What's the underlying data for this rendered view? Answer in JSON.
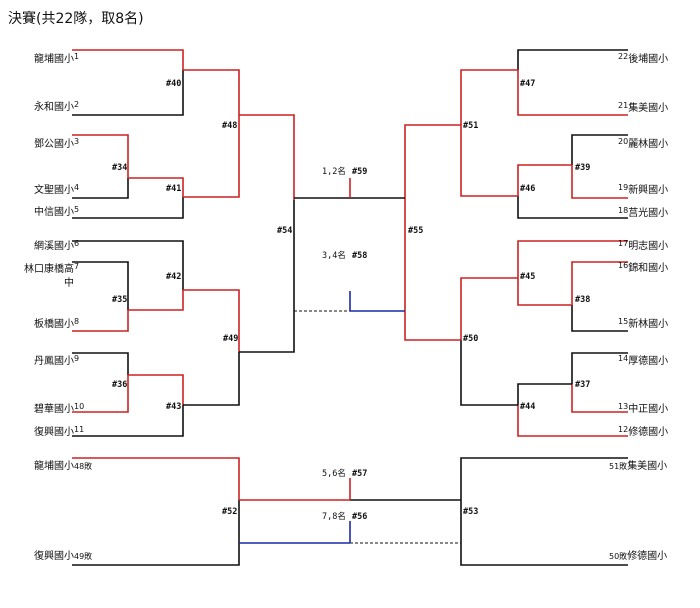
{
  "title": "決賽(共22隊，取8名)",
  "colors": {
    "winner": "#cc2222",
    "loser": "#111111",
    "blue": "#1a2aa8"
  },
  "left_teams": [
    {
      "name": "龍埔國小",
      "num": "1"
    },
    {
      "name": "永和國小",
      "num": "2"
    },
    {
      "name": "鄧公國小",
      "num": "3"
    },
    {
      "name": "文聖國小",
      "num": "4"
    },
    {
      "name": "中信國小",
      "num": "5"
    },
    {
      "name": "網溪國小",
      "num": "6"
    },
    {
      "name": "林口康橋高",
      "num": "7",
      "name2": "中"
    },
    {
      "name": "板橋國小",
      "num": "8"
    },
    {
      "name": "丹鳳國小",
      "num": "9"
    },
    {
      "name": "碧華國小",
      "num": "10"
    },
    {
      "name": "復興國小",
      "num": "11"
    }
  ],
  "right_teams": [
    {
      "name": "後埔國小",
      "num": "22"
    },
    {
      "name": "集美國小",
      "num": "21"
    },
    {
      "name": "麗林國小",
      "num": "20"
    },
    {
      "name": "新興國小",
      "num": "19"
    },
    {
      "name": "莒光國小",
      "num": "18"
    },
    {
      "name": "明志國小",
      "num": "17"
    },
    {
      "name": "錦和國小",
      "num": "16"
    },
    {
      "name": "新林國小",
      "num": "15"
    },
    {
      "name": "厚德國小",
      "num": "14"
    },
    {
      "name": "中正國小",
      "num": "13"
    },
    {
      "name": "修德國小",
      "num": "12"
    }
  ],
  "matches": [
    "#40",
    "#34",
    "#41",
    "#48",
    "#42",
    "#35",
    "#36",
    "#43",
    "#49",
    "#54",
    "#59",
    "#58",
    "#55",
    "#47",
    "#51",
    "#39",
    "#46",
    "#45",
    "#38",
    "#50",
    "#37",
    "#44",
    "#52",
    "#57",
    "#56",
    "#53"
  ],
  "places": [
    "1,2名",
    "3,4名",
    "5,6名",
    "7,8名"
  ],
  "consolation": [
    {
      "name": "龍埔國小",
      "tag": "48敗"
    },
    {
      "name": "復興國小",
      "tag": "49敗"
    },
    {
      "name": "51敗",
      "tag": "集美國小"
    },
    {
      "name": "50敗",
      "tag": "修德國小"
    }
  ]
}
